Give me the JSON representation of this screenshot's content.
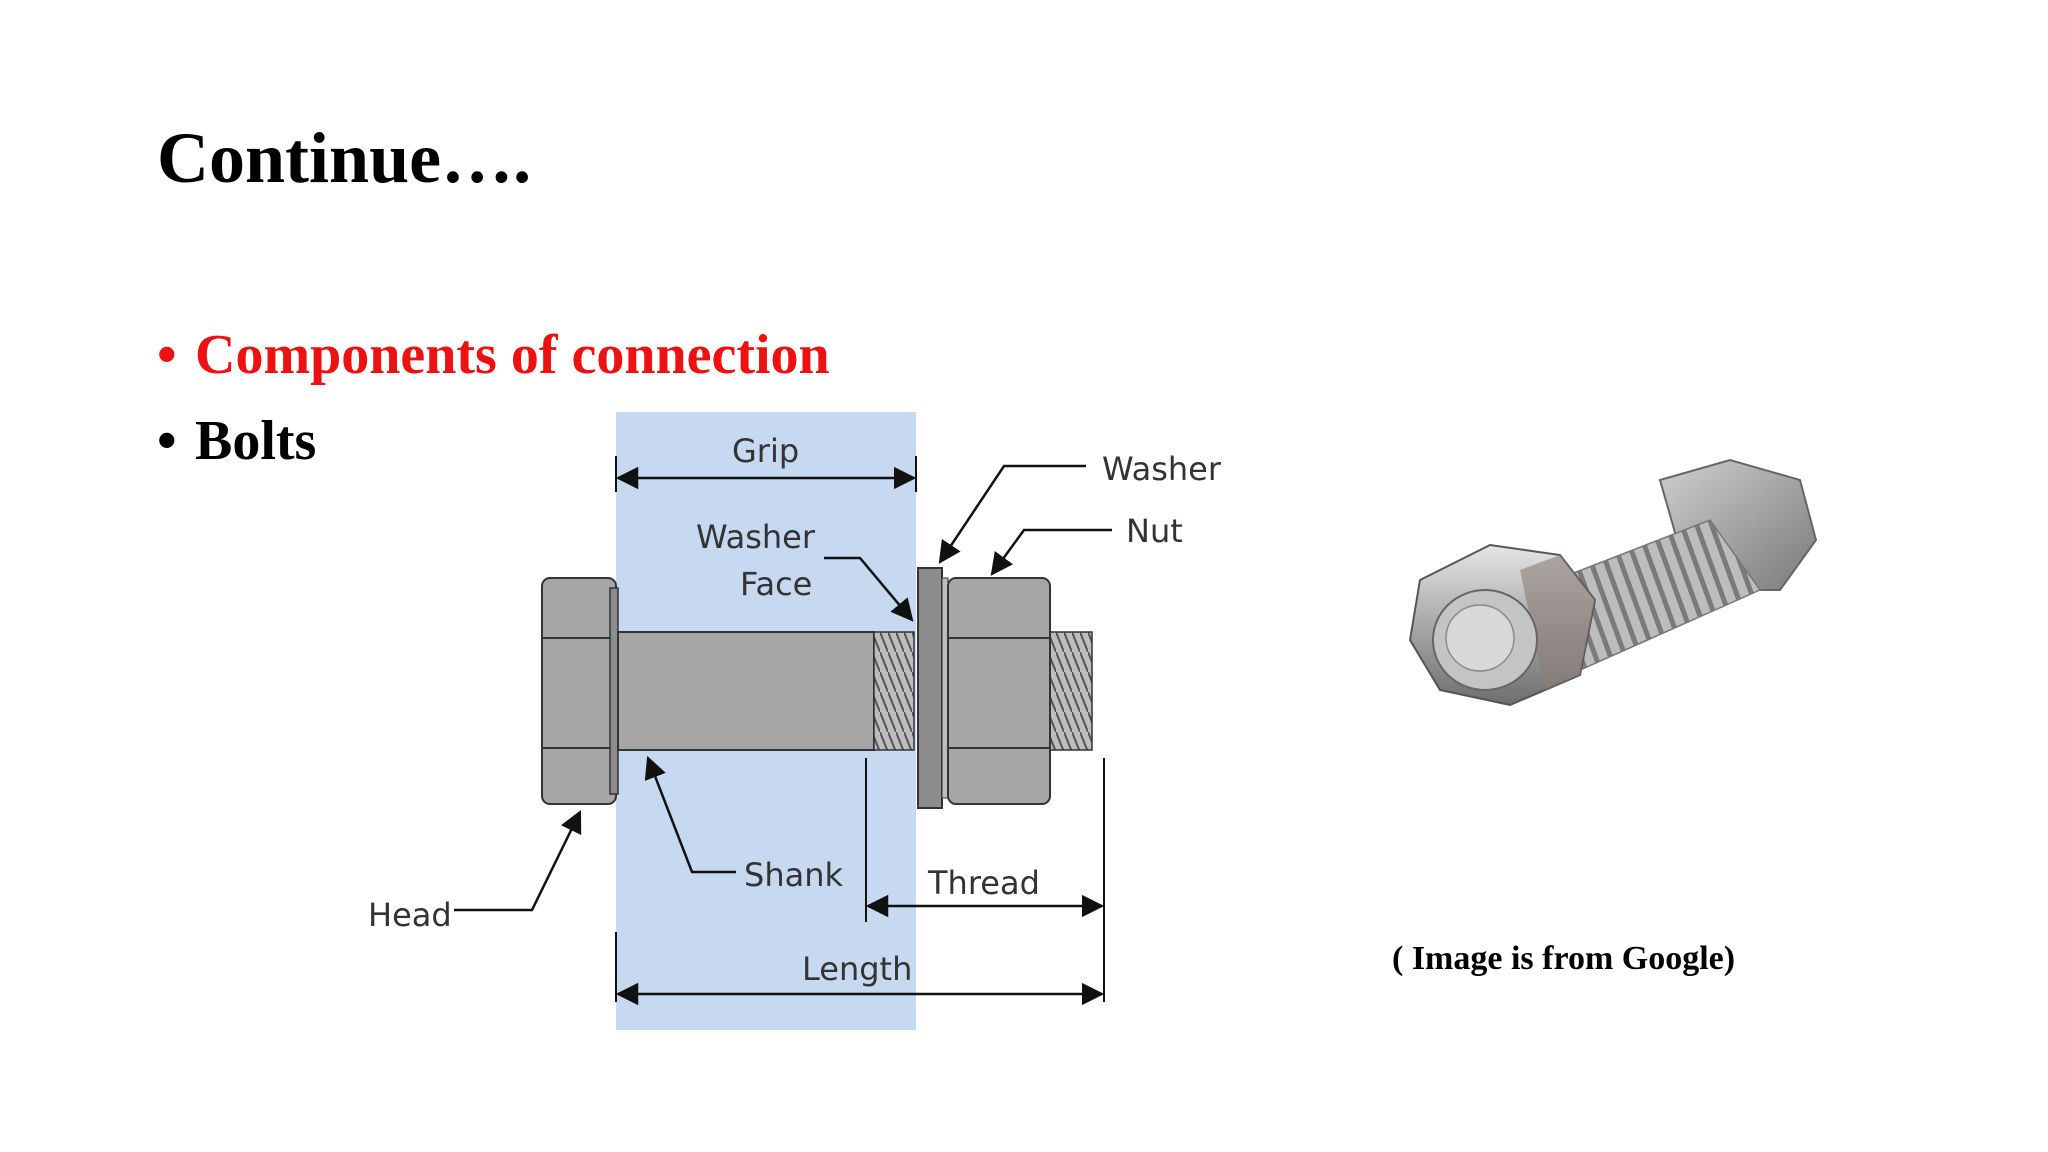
{
  "slide": {
    "title": "Continue….",
    "bullets": [
      {
        "text": "Components of connection",
        "color": "#ee1111"
      },
      {
        "text": "Bolts",
        "color": "#000000"
      }
    ],
    "caption": "( Image is from Google)"
  },
  "diagram": {
    "labels": {
      "grip": "Grip",
      "washer_face_1": "Washer",
      "washer_face_2": "Face",
      "washer": "Washer",
      "nut": "Nut",
      "head": "Head",
      "shank": "Shank",
      "thread": "Thread",
      "length": "Length"
    },
    "grip_region_color": "#c6d9f1",
    "bolt_color": "#a6a6a6"
  },
  "photo": {
    "subject": "hex-bolt-and-nut-photo"
  }
}
